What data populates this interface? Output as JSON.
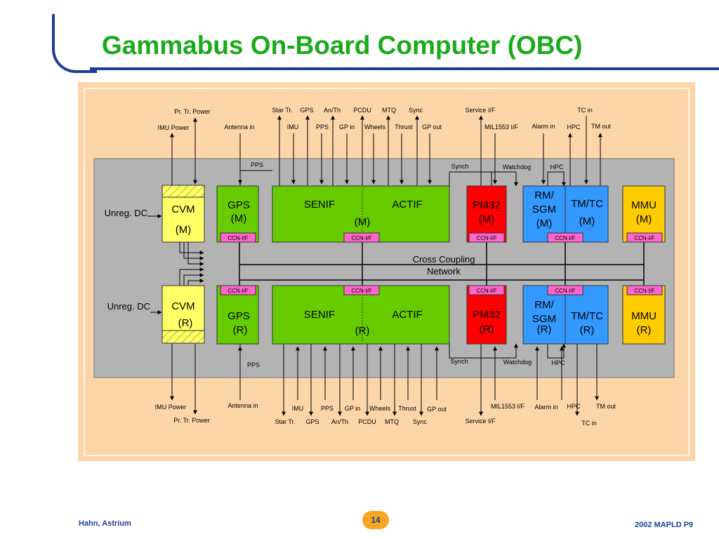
{
  "title": "Gammabus On-Board Computer (OBC)",
  "footer": {
    "left": "Hahn, Astrium",
    "right": "2002 MAPLD P9",
    "page": "14"
  },
  "modules": {
    "cvm_m": [
      "CVM",
      "(M)"
    ],
    "cvm_r": [
      "CVM",
      "(R)"
    ],
    "gps_m": [
      "GPS",
      "(M)"
    ],
    "gps_r": [
      "GPS",
      "(R)"
    ],
    "senif": "SENIF",
    "actif": "ACTIF",
    "sa_m": "(M)",
    "sa_r": "(R)",
    "pm32_m": [
      "PM32",
      "(M)"
    ],
    "pm32_r": [
      "PM32",
      "(R)"
    ],
    "rmsgm_m": [
      "RM/",
      "SGM",
      "(M)"
    ],
    "rmsgm_r": [
      "RM/",
      "SGM",
      "(R)"
    ],
    "tmtc_m": [
      "TM/TC",
      "(M)"
    ],
    "tmtc_r": [
      "TM/TC",
      "(R)"
    ],
    "mmu_m": [
      "MMU",
      "(M)"
    ],
    "mmu_r": [
      "MMU",
      "(R)"
    ],
    "ccn": "CCN-I/F",
    "network": [
      "Cross Coupling",
      "Network"
    ],
    "unreg_m": "Unreg. DC",
    "unreg_r": "Unreg. DC"
  },
  "signals_top": {
    "pr_tr_power": "Pr. Tr. Power",
    "imu_power": "IMU Power",
    "antenna_in": "Antenna in",
    "pps": "PPS",
    "star_tr": "Star Tr.",
    "gps": "GPS",
    "an_th": "An/Th",
    "pcdu": "PCDU",
    "mtq": "MTQ",
    "sync": "Sync",
    "imu": "IMU",
    "pps2": "PPS",
    "gp_in": "GP in",
    "wheels": "Wheels",
    "thrust": "Thrust",
    "gp_out": "GP out",
    "service_if": "Service I/F",
    "mil1553": "MIL1553 I/F",
    "alarm_in": "Alarm in",
    "tc_in": "TC in",
    "hpc": "HPC",
    "tm_out": "TM out",
    "synch": "Synch",
    "watchdog": "Watchdog",
    "hpc2": "HPC"
  },
  "signals_bottom": {
    "pps": "PPS",
    "synch": "Synch",
    "watchdog": "Watchdog",
    "hpc": "HPC",
    "imu_power": "IMU Power",
    "antenna_in": "Antenna in",
    "imu": "IMU",
    "pps2": "PPS",
    "gp_in": "GP in",
    "wheels": "Wheels",
    "thrust": "Thrust",
    "gp_out": "GP out",
    "mil1553": "MIL1553 I/F",
    "alarm_in": "Alarm in",
    "hpc2": "HPC",
    "tm_out": "TM out",
    "pr_tr_power": "Pr. Tr. Power",
    "star_tr": "Star Tr.",
    "gps": "GPS",
    "an_th": "An/Th",
    "pcdu": "PCDU",
    "mtq": "MTQ",
    "sync": "Sync",
    "service_if": "Service I/F",
    "tc_in": "TC in"
  },
  "colors": {
    "outer_bg": "#fcd5a8",
    "inner_bg": "#b3b3b3",
    "cvm": "#ffff66",
    "green": "#66cc00",
    "pm32": "#ff0000",
    "blue": "#3399ff",
    "mmu": "#ffcc00",
    "ccn": "#ff66cc",
    "text_blue": "#1f3c96"
  }
}
